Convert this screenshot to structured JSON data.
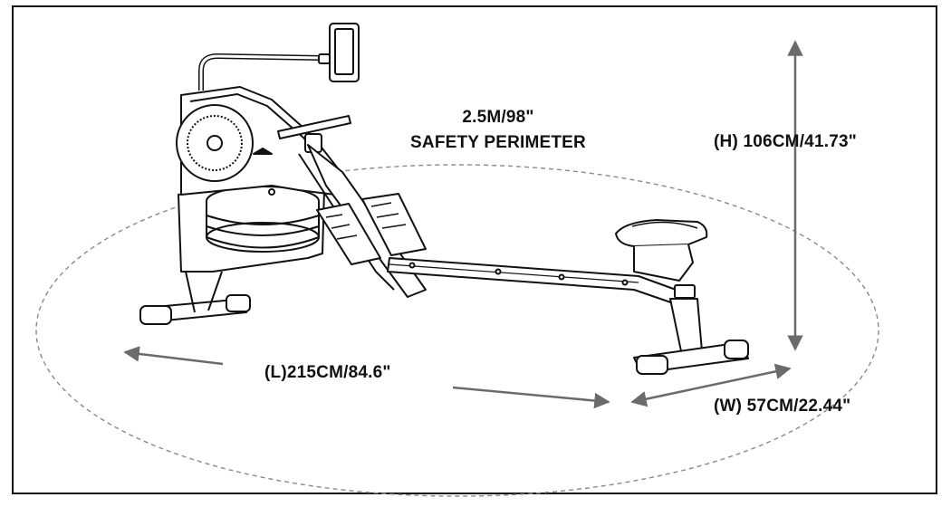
{
  "labels": {
    "perimeter_line1": "2.5M/98\"",
    "perimeter_line2": "SAFETY PERIMETER",
    "height": "(H) 106CM/41.73\"",
    "length": "(L)215CM/84.6\"",
    "width": "(W) 57CM/22.44\""
  },
  "colors": {
    "ink": "#111111",
    "arrow": "#6b6b6b",
    "perimeter_dash": "#8a8a8a"
  }
}
